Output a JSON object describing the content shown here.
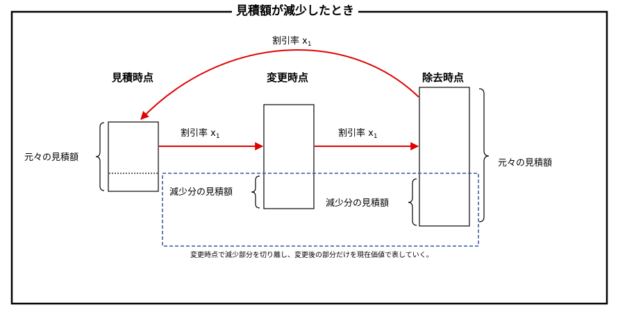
{
  "title": "見積額が減少したとき",
  "phases": {
    "estimate": "見積時点",
    "change": "変更時点",
    "removal": "除去時点"
  },
  "rates": {
    "top": {
      "label": "割引率 x",
      "sub": "1"
    },
    "left": {
      "label": "割引率 x",
      "sub": "1"
    },
    "right": {
      "label": "割引率 x",
      "sub": "1"
    }
  },
  "labels": {
    "original_left": "元々の見積額",
    "original_right": "元々の見積額",
    "decrease_change": "減少分の見積額",
    "decrease_removal": "減少分の見積額"
  },
  "note": "変更時点で減少部分を切り離し、変更後の部分だけを現在価値で表していく。",
  "colors": {
    "arrow": "#e00000",
    "dashed_box": "#2f5597",
    "frame": "#000000"
  }
}
